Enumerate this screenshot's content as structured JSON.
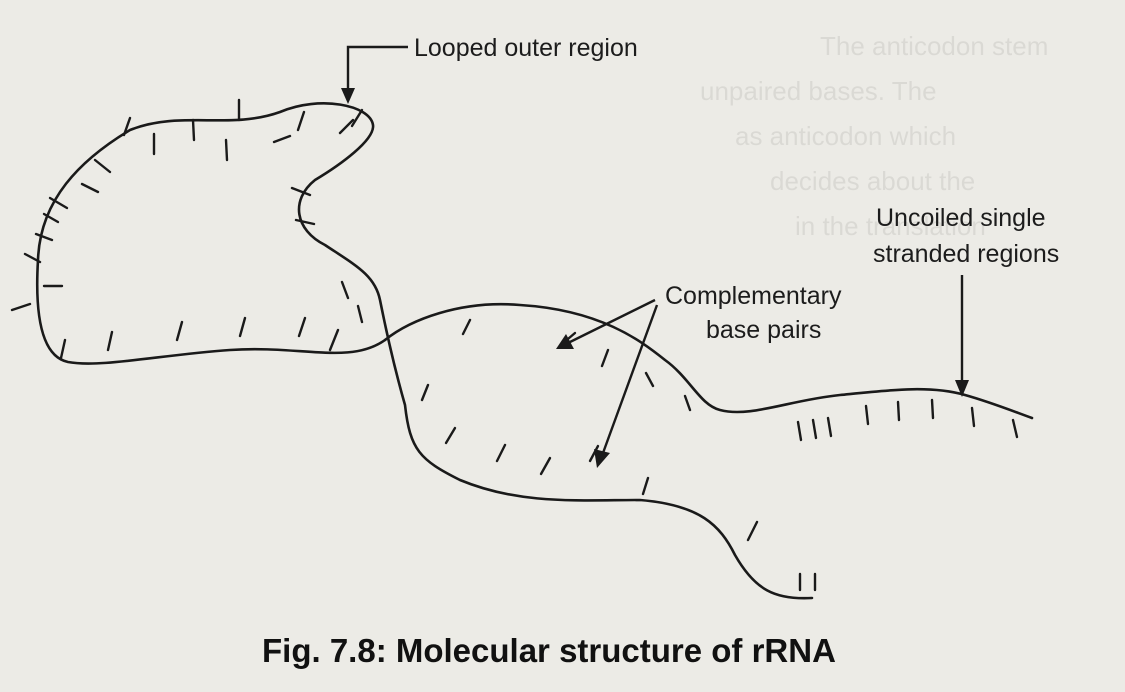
{
  "labels": {
    "looped_outer_region": "Looped outer region",
    "uncoiled_line1": "Uncoiled single",
    "uncoiled_line2": "stranded regions",
    "complementary_line1": "Complementary",
    "complementary_line2": "base pairs"
  },
  "caption": "Fig. 7.8: Molecular structure of rRNA",
  "colors": {
    "ink": "#1a1a1a",
    "paper": "#ecebe6"
  }
}
